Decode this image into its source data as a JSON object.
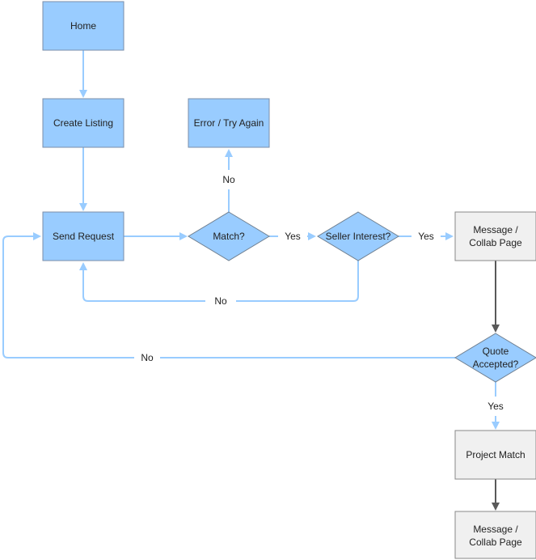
{
  "colors": {
    "blue_fill": "#99ccff",
    "blue_stroke": "#7a8ea8",
    "gray_fill": "#f0f0f0",
    "gray_stroke": "#888888",
    "connector_light": "#99ccff",
    "connector_dark": "#595959"
  },
  "nodes": {
    "home": "Home",
    "create_listing": "Create Listing",
    "error": "Error / Try Again",
    "send_request": "Send Request",
    "match": "Match?",
    "seller_interest": "Seller Interest?",
    "message_1": [
      "Message /",
      "Collab Page"
    ],
    "quote_accepted": [
      "Quote",
      "Accepted?"
    ],
    "project_match": "Project Match",
    "message_2": [
      "Message /",
      "Collab Page"
    ]
  },
  "edge_labels": {
    "match_no": "No",
    "match_yes": "Yes",
    "seller_yes": "Yes",
    "seller_no": "No",
    "quote_no": "No",
    "quote_yes": "Yes"
  }
}
